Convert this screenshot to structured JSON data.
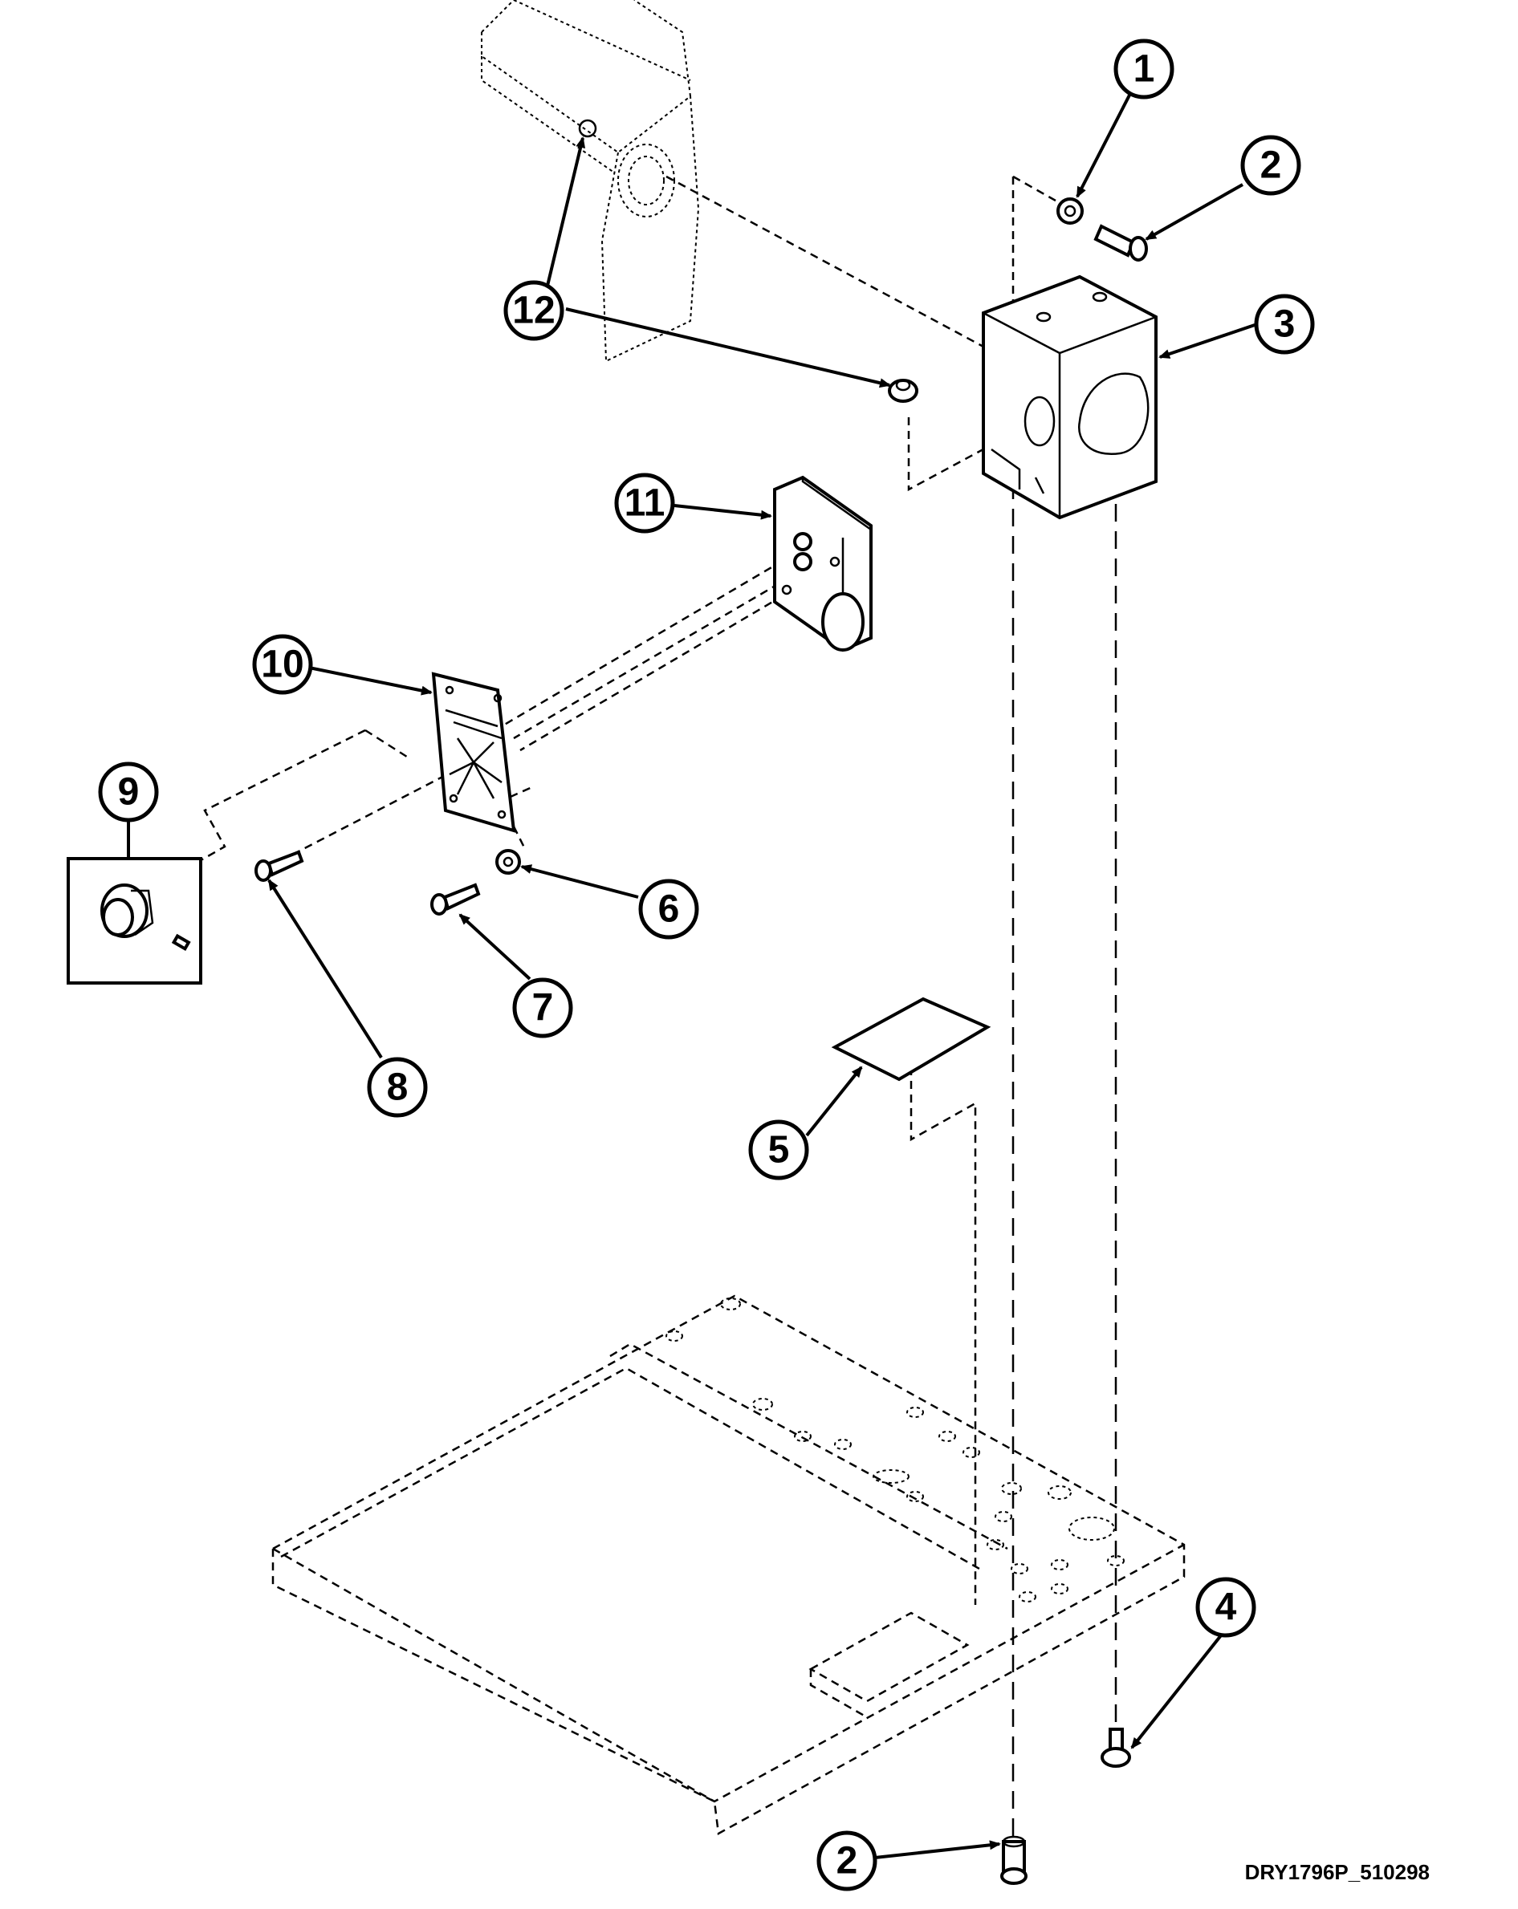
{
  "callouts": [
    {
      "label": "1"
    },
    {
      "label": "2"
    },
    {
      "label": "3"
    },
    {
      "label": "4"
    },
    {
      "label": "5"
    },
    {
      "label": "6"
    },
    {
      "label": "7"
    },
    {
      "label": "8"
    },
    {
      "label": "9"
    },
    {
      "label": "10"
    },
    {
      "label": "11"
    },
    {
      "label": "12"
    },
    {
      "label": "2"
    }
  ],
  "drawing_id": "DRY1796P_510298"
}
